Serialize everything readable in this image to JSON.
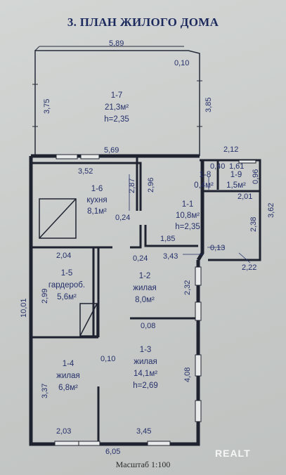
{
  "title": "3. ПЛАН ЖИЛОГО ДОМА",
  "scale_label": "Масштаб 1:100",
  "watermark": "REALT",
  "rooms": {
    "r17": {
      "num": "1-7",
      "area": "21,3м²",
      "height": "h=2,35"
    },
    "r16": {
      "num": "1-6",
      "name": "кухня",
      "area": "8,1м²"
    },
    "r11": {
      "num": "1-1",
      "area": "10,8м²",
      "height": "h=2,35"
    },
    "r18": {
      "num": "1-8",
      "area": "0,4м²"
    },
    "r19": {
      "num": "1-9",
      "area": "1,5м²"
    },
    "r15": {
      "num": "1-5",
      "name": "гардероб.",
      "area": "5,6м²"
    },
    "r12": {
      "num": "1-2",
      "name": "жилая",
      "area": "8,0м²"
    },
    "r14": {
      "num": "1-4",
      "name": "жилая",
      "area": "6,8м²"
    },
    "r13": {
      "num": "1-3",
      "name": "жилая",
      "area": "14,1м²",
      "height": "h=2,69"
    }
  },
  "dims": {
    "d589": "5,89",
    "d010a": "0,10",
    "d375": "3,75",
    "d385": "3,85",
    "d569": "5,69",
    "d212": "2,12",
    "d352": "3,52",
    "d287": "2,87",
    "d296": "2,96",
    "d040": "0,40",
    "d161": "1,61",
    "d096": "0,96",
    "d201": "2,01",
    "d362": "3,62",
    "d238": "2,38",
    "d024a": "0,24",
    "d185": "1,85",
    "d013": "0,13",
    "d204": "2,04",
    "d024b": "0,24",
    "d343": "3,43",
    "d222": "2,22",
    "d1001": "10,01",
    "d299": "2,99",
    "d232": "2,32",
    "d008": "0,08",
    "d010b": "0,10",
    "d408": "4,08",
    "d337": "3,37",
    "d203": "2,03",
    "d345": "3,45",
    "d605": "6,05"
  }
}
